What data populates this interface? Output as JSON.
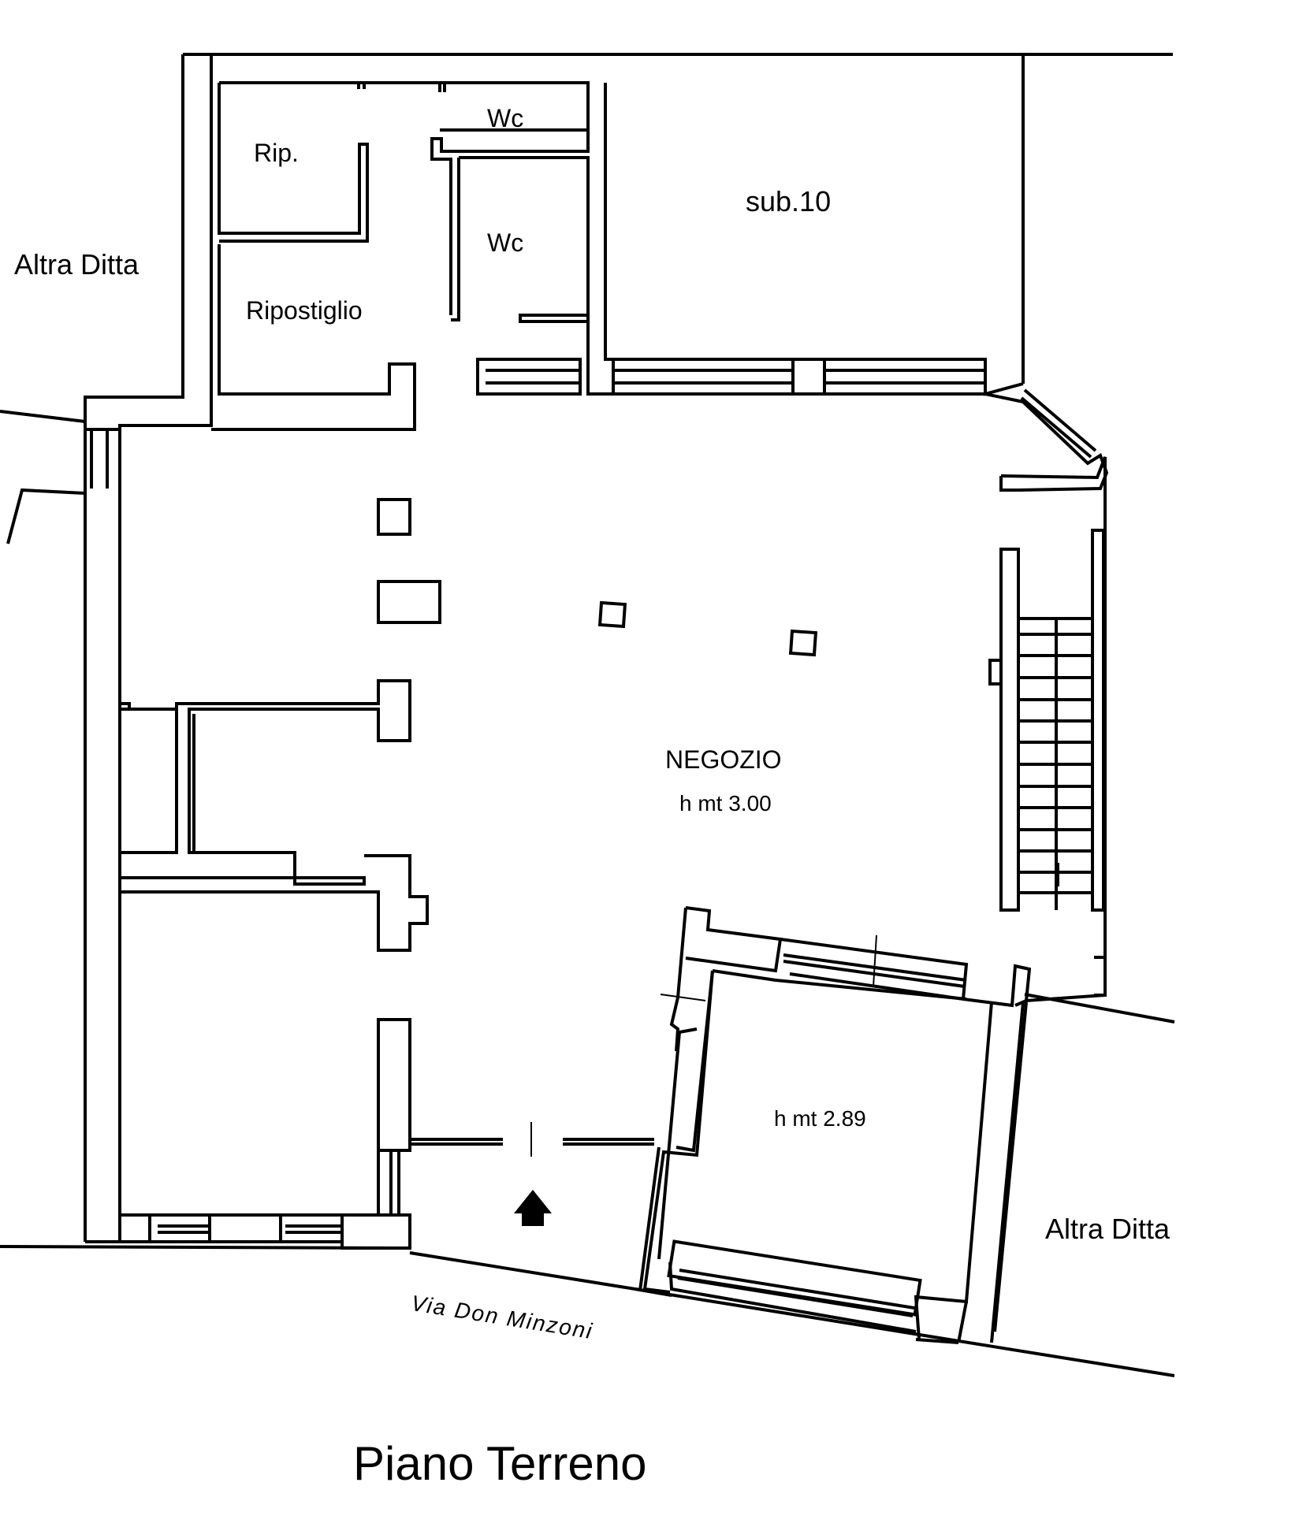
{
  "labels": {
    "neighbor_left": "Altra Ditta",
    "neighbor_right": "Altra Ditta",
    "rip_small": "Rip.",
    "ripostiglio": "Ripostiglio",
    "wc_top": "Wc",
    "wc_bottom": "Wc",
    "sub10": "sub.10",
    "negozio": "NEGOZIO",
    "negozio_height": "h mt 3.00",
    "room_height": "h mt 2.89",
    "street": "Via Don Minzoni",
    "title": "Piano Terreno"
  },
  "colors": {
    "ink": "#000000",
    "paper": "#ffffff"
  },
  "icons": {
    "entrance": "entrance-arrow-icon"
  }
}
